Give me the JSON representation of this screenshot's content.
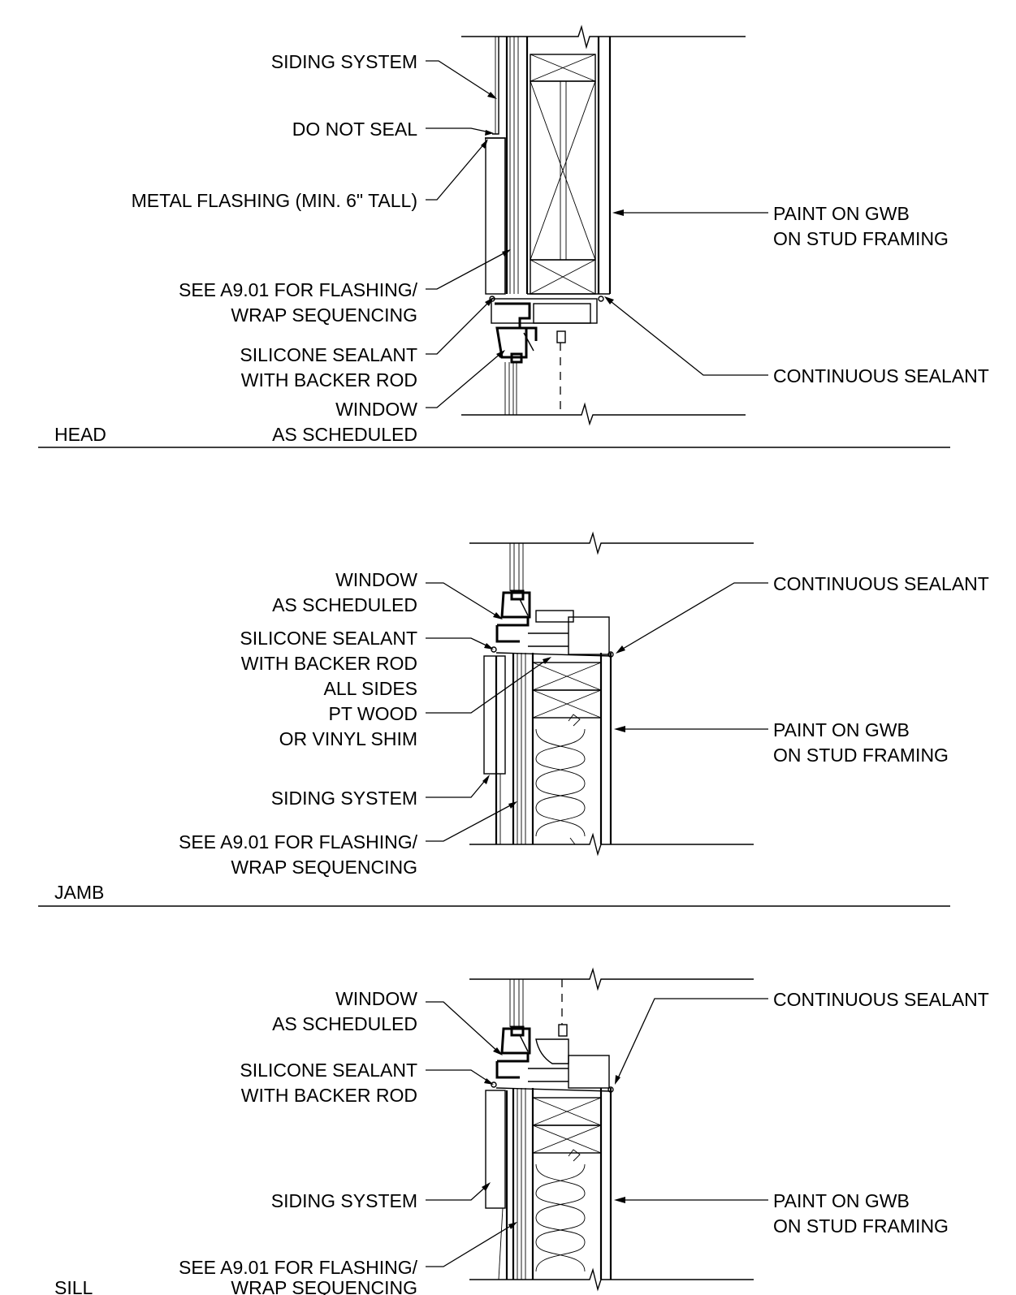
{
  "head": {
    "title": "HEAD",
    "labels": {
      "siding": "SIDING SYSTEM",
      "do_not_seal": "DO NOT SEAL",
      "flashing": "METAL FLASHING (MIN. 6\" TALL)",
      "see_a901_l1": "SEE A9.01 FOR FLASHING/",
      "see_a901_l2": "WRAP SEQUENCING",
      "silicone_l1": "SILICONE SEALANT",
      "silicone_l2": "WITH BACKER ROD",
      "window_l1": "WINDOW",
      "window_l2": "AS SCHEDULED",
      "paint_l1": "PAINT ON GWB",
      "paint_l2": "ON STUD FRAMING",
      "sealant": "CONTINUOUS SEALANT"
    }
  },
  "jamb": {
    "title": "JAMB",
    "labels": {
      "window_l1": "WINDOW",
      "window_l2": "AS SCHEDULED",
      "silicone_l1": "SILICONE SEALANT",
      "silicone_l2": "WITH BACKER ROD",
      "silicone_l3": "ALL SIDES",
      "shim_l1": "PT WOOD",
      "shim_l2": "OR VINYL SHIM",
      "siding": "SIDING SYSTEM",
      "see_a901_l1": "SEE A9.01 FOR FLASHING/",
      "see_a901_l2": "WRAP SEQUENCING",
      "sealant": "CONTINUOUS SEALANT",
      "paint_l1": "PAINT ON GWB",
      "paint_l2": "ON STUD FRAMING"
    }
  },
  "sill": {
    "title": "SILL",
    "labels": {
      "window_l1": "WINDOW",
      "window_l2": "AS SCHEDULED",
      "silicone_l1": "SILICONE SEALANT",
      "silicone_l2": "WITH BACKER ROD",
      "siding": "SIDING SYSTEM",
      "see_a901_l1": "SEE A9.01 FOR FLASHING/",
      "see_a901_l2": "WRAP SEQUENCING",
      "sealant": "CONTINUOUS SEALANT",
      "paint_l1": "PAINT ON GWB",
      "paint_l2": "ON STUD FRAMING"
    }
  }
}
